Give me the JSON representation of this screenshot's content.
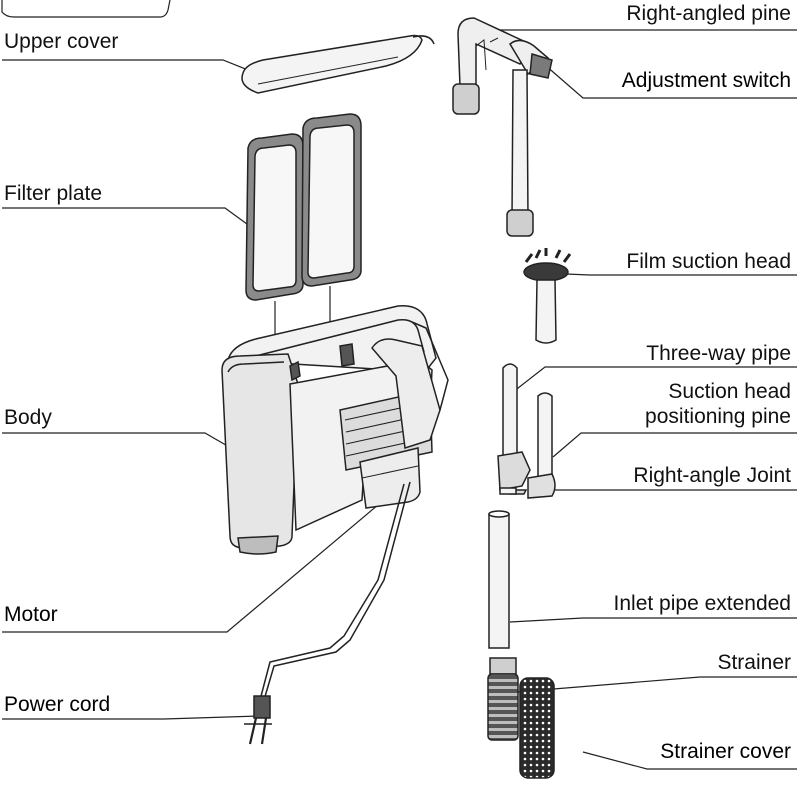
{
  "labels": {
    "upper_cover": "Upper cover",
    "filter_plate": "Filter plate",
    "body": "Body",
    "motor": "Motor",
    "power_cord": "Power cord",
    "right_angled_pipe": "Right-angled pine",
    "adjustment_switch": "Adjustment switch",
    "film_suction_head": "Film suction head",
    "three_way_pipe": "Three-way pipe",
    "suction_head_line1": "Suction head",
    "suction_head_line2": "positioning pine",
    "right_angle_joint": "Right-angle Joint",
    "inlet_pipe": "Inlet pipe extended",
    "strainer": "Strainer",
    "strainer_cover": "Strainer cover"
  },
  "colors": {
    "line": "#222222",
    "fill_light": "#f2f2f2",
    "fill_mid": "#d9d9d9",
    "fill_dark": "#8a8a8a",
    "mesh": "#2a2a2a"
  }
}
